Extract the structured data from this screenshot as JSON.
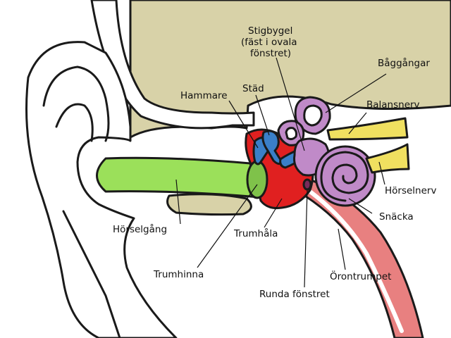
{
  "colors": {
    "bone": "#d8d2a8",
    "ear_canal": "#9be05a",
    "eardrum": "#7fc24a",
    "tympanic_cavity": "#e02020",
    "ossicles": "#3a7fc8",
    "inner_ear": "#c08ac8",
    "nerve": "#f0e060",
    "eustachian": "#e88080",
    "outline": "#1a1a1a"
  },
  "labels": {
    "stapes_line1": "Stigbygel",
    "stapes_line2": "(fäst i ovala",
    "stapes_line3": "fönstret)",
    "semicircular_canals": "Båggångar",
    "vestibular_nerve": "Balansnerv",
    "malleus": "Hammare",
    "incus": "Städ",
    "cochlear_nerve": "Hörselnerv",
    "ear_canal": "Hörselgång",
    "cochlea": "Snäcka",
    "tympanic_cavity": "Trumhåla",
    "eustachian_tube": "Örontrumpet",
    "eardrum": "Trumhinna",
    "round_window": "Runda fönstret"
  }
}
